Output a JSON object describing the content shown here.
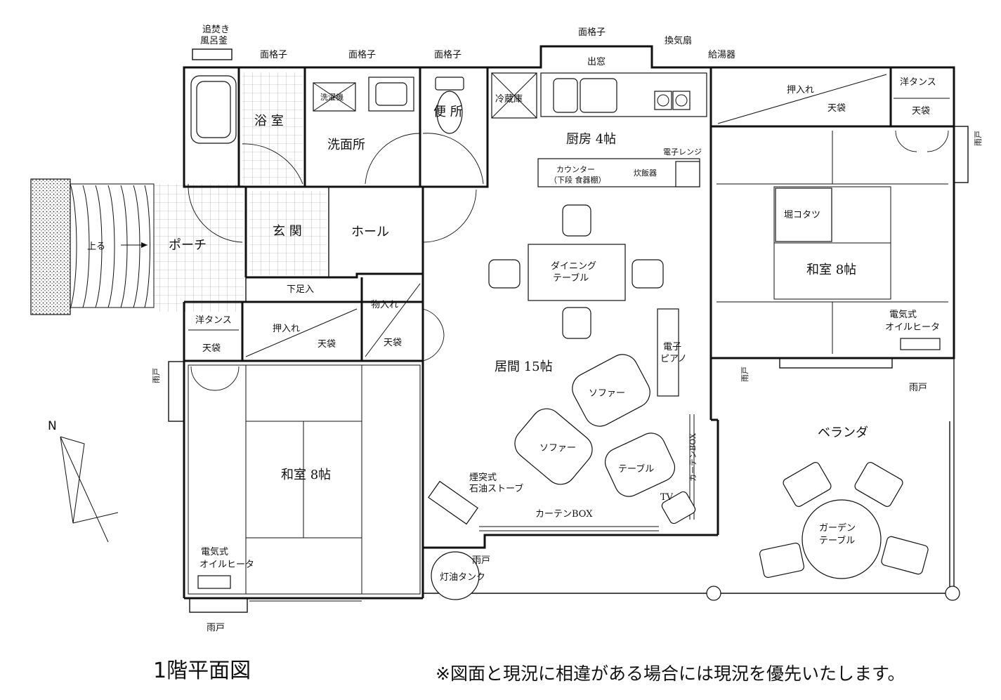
{
  "title": "1階平面図",
  "note": "※図面と現況に相違がある場合には現況を優先いたします。",
  "compass": {
    "label": "N"
  },
  "rooms": {
    "bath": "浴 室",
    "washroom": "洗面所",
    "toilet": "便 所",
    "kitchen": "厨房 4帖",
    "porch": "ポーチ",
    "entrance": "玄 関",
    "hall": "ホール",
    "getabako": "下足入",
    "living": "居間 15帖",
    "washitsu_west": "和室 8帖",
    "washitsu_east": "和室 8帖",
    "veranda": "ベランダ"
  },
  "labels": {
    "oidaki_1": "追焚き",
    "oidaki_2": "風呂釜",
    "menkoshi_1": "面格子",
    "menkoshi_2": "面格子",
    "menkoshi_3": "面格子",
    "menkoshi_4": "面格子",
    "demado": "出窓",
    "kankisen": "換気扇",
    "kyutoki": "給湯器",
    "washing_machine": "洗濯機",
    "fridge": "冷蔵庫",
    "counter_1": "カウンター",
    "counter_2": "（下段 食器棚）",
    "rice_cooker": "炊飯器",
    "microwave": "電子レンジ",
    "up": "上る",
    "dining_1": "ダイニング",
    "dining_2": "テーブル",
    "piano_1": "電子",
    "piano_2": "ピアノ",
    "sofa_1": "ソファー",
    "sofa_2": "ソファー",
    "table": "テーブル",
    "curtain_box_v": "カーテンBOX",
    "curtain_box_h": "カーテンBOX",
    "tv": "TV",
    "stove_1": "煙突式",
    "stove_2": "石油ストーブ",
    "kerosene": "灯油タンク",
    "wardrobe_w": "洋タンス",
    "tenbukuro_w1": "天袋",
    "oshiire_w": "押入れ",
    "tenbukuro_w2": "天袋",
    "monoire": "物入れ",
    "tenbukuro_w3": "天袋",
    "oshiire_e": "押入れ",
    "tenbukuro_e1": "天袋",
    "wardrobe_e": "洋タンス",
    "tenbukuro_e2": "天袋",
    "kotatsu": "堀コタツ",
    "heater_e_1": "電気式",
    "heater_e_2": "オイルヒータ",
    "heater_w_1": "電気式",
    "heater_w_2": "オイルヒータ",
    "amado_1": "雨戸",
    "amado_2": "雨戸",
    "amado_3": "雨戸",
    "amado_4": "雨戸",
    "amado_5": "雨戸",
    "amado_6": "雨戸",
    "garden_1": "ガーデン",
    "garden_2": "テーブル"
  }
}
